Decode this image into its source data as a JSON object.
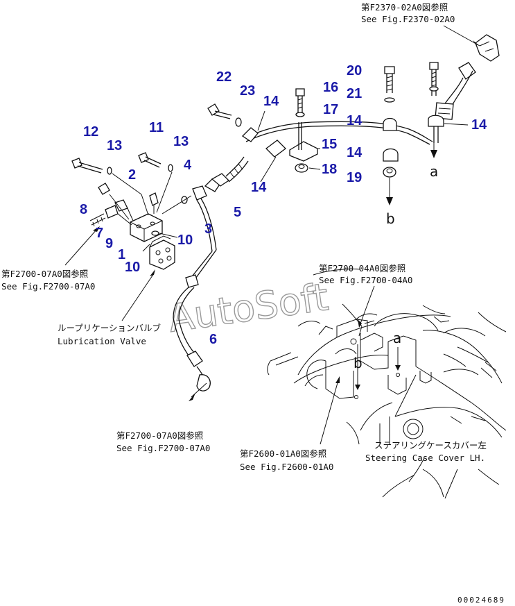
{
  "part_numbers": [
    {
      "id": "n1",
      "label": "1"
    },
    {
      "id": "n2",
      "label": "2"
    },
    {
      "id": "n3",
      "label": "3"
    },
    {
      "id": "n4",
      "label": "4"
    },
    {
      "id": "n5",
      "label": "5"
    },
    {
      "id": "n6",
      "label": "6"
    },
    {
      "id": "n7",
      "label": "7"
    },
    {
      "id": "n8",
      "label": "8"
    },
    {
      "id": "n9",
      "label": "9"
    },
    {
      "id": "n10a",
      "label": "10"
    },
    {
      "id": "n10b",
      "label": "10"
    },
    {
      "id": "n11",
      "label": "11"
    },
    {
      "id": "n12",
      "label": "12"
    },
    {
      "id": "n13a",
      "label": "13"
    },
    {
      "id": "n13b",
      "label": "13"
    },
    {
      "id": "n14a",
      "label": "14"
    },
    {
      "id": "n14b",
      "label": "14"
    },
    {
      "id": "n14c",
      "label": "14"
    },
    {
      "id": "n14d",
      "label": "14"
    },
    {
      "id": "n14e",
      "label": "14"
    },
    {
      "id": "n15",
      "label": "15"
    },
    {
      "id": "n16",
      "label": "16"
    },
    {
      "id": "n17",
      "label": "17"
    },
    {
      "id": "n18",
      "label": "18"
    },
    {
      "id": "n19",
      "label": "19"
    },
    {
      "id": "n20",
      "label": "20"
    },
    {
      "id": "n21",
      "label": "21"
    },
    {
      "id": "n22",
      "label": "22"
    },
    {
      "id": "n23",
      "label": "23"
    }
  ],
  "references": {
    "f2370_jp": "第F2370-02A0図参照",
    "f2370_en": "See Fig.F2370-02A0",
    "f2700_07_left_jp": "第F2700-07A0図参照",
    "f2700_07_left_en": "See Fig.F2700-07A0",
    "lube_jp": "ループリケーションバルブ",
    "lube_en": "Lubrication Valve",
    "f2700_07_bottom_jp": "第F2700-07A0図参照",
    "f2700_07_bottom_en": "See Fig.F2700-07A0",
    "f2700_04_jp": "第F2700-04A0図参照",
    "f2700_04_en": "See Fig.F2700-04A0",
    "f2600_jp": "第F2600-01A0図参照",
    "f2600_en": "See Fig.F2600-01A0",
    "steering_jp": "ステアリングケースカバー左",
    "steering_en": "Steering Case Cover LH."
  },
  "letters": {
    "a_top": "a",
    "b_top": "b",
    "a_detail": "a",
    "b_detail": "b"
  },
  "watermark": "AutoSoft",
  "drawing_code": "00024689",
  "colors": {
    "part_number": "#1a1aa8",
    "line": "#111111",
    "watermark": "#9a9a9a"
  }
}
